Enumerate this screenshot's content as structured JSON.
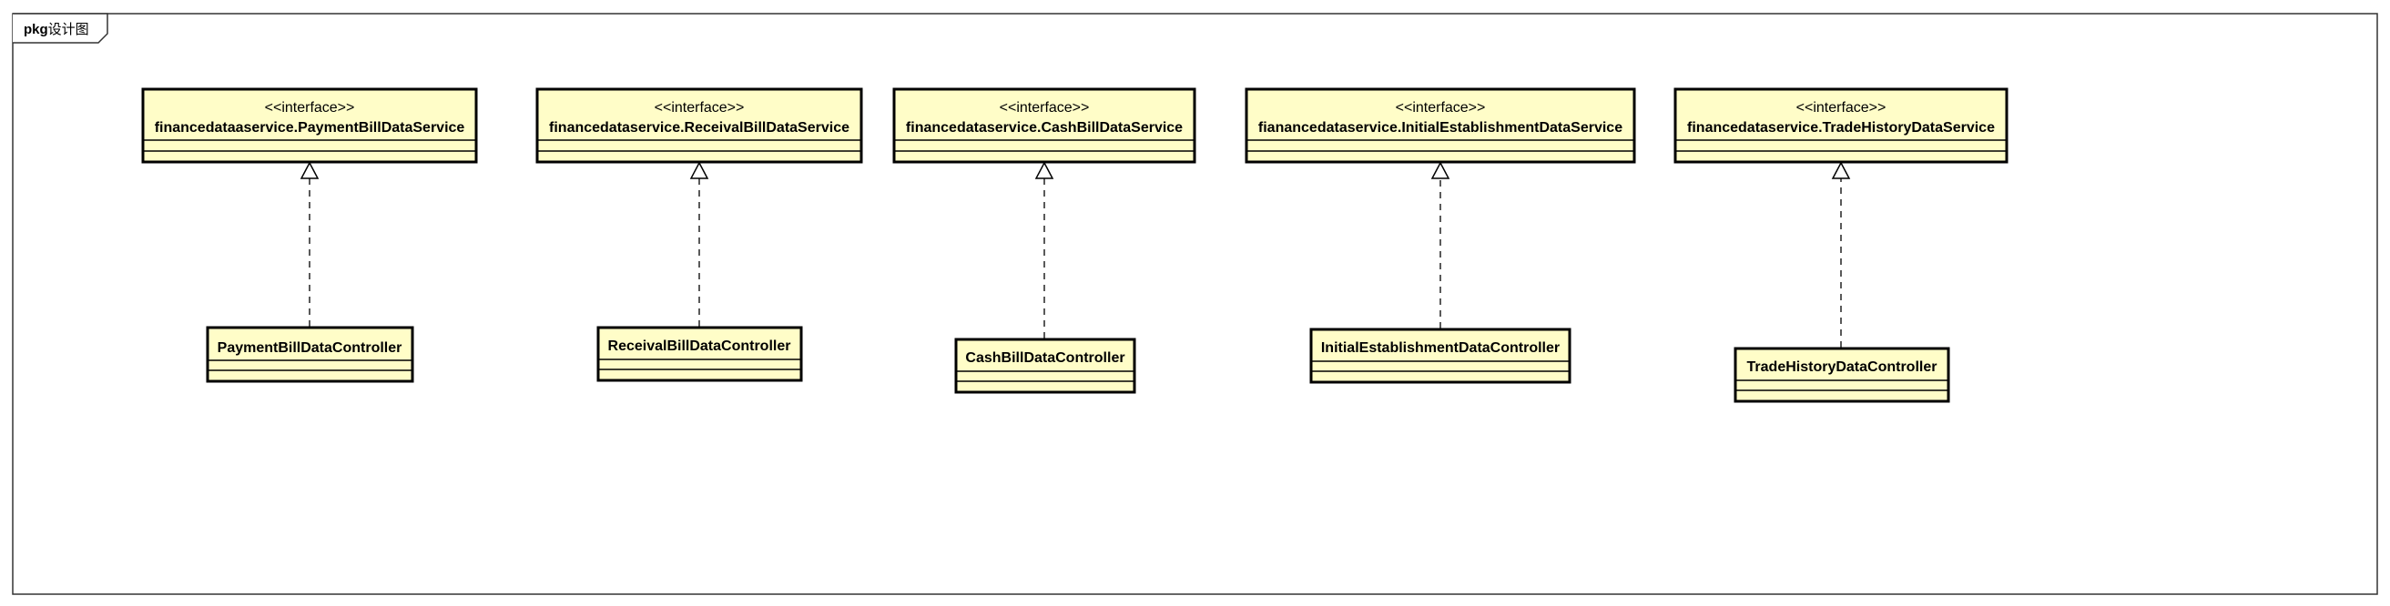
{
  "frame": {
    "keyword": "pkg",
    "name": "设计图"
  },
  "stereotype": "<<interface>>",
  "interfaces": [
    {
      "id": "payment-bill-data-service",
      "name": "financedataaservice.PaymentBillDataService"
    },
    {
      "id": "receival-bill-data-service",
      "name": "financedataservice.ReceivalBillDataService"
    },
    {
      "id": "cash-bill-data-service",
      "name": "financedataservice.CashBillDataService"
    },
    {
      "id": "initial-establishment-data-service",
      "name": "fianancedataservice.InitialEstablishmentDataService"
    },
    {
      "id": "trade-history-data-service",
      "name": "financedataservice.TradeHistoryDataService"
    }
  ],
  "classes": [
    {
      "id": "payment-bill-data-controller",
      "name": "PaymentBillDataController",
      "realizes": "payment-bill-data-service"
    },
    {
      "id": "receival-bill-data-controller",
      "name": "ReceivalBillDataController",
      "realizes": "receival-bill-data-service"
    },
    {
      "id": "cash-bill-data-controller",
      "name": "CashBillDataController",
      "realizes": "cash-bill-data-service"
    },
    {
      "id": "initial-establishment-data-controller",
      "name": "InitialEstablishmentDataController",
      "realizes": "initial-establishment-data-service"
    },
    {
      "id": "trade-history-data-controller",
      "name": "TradeHistoryDataController",
      "realizes": "trade-history-data-service"
    }
  ],
  "colors": {
    "class_fill": "#fffdc8",
    "border": "#000000"
  }
}
